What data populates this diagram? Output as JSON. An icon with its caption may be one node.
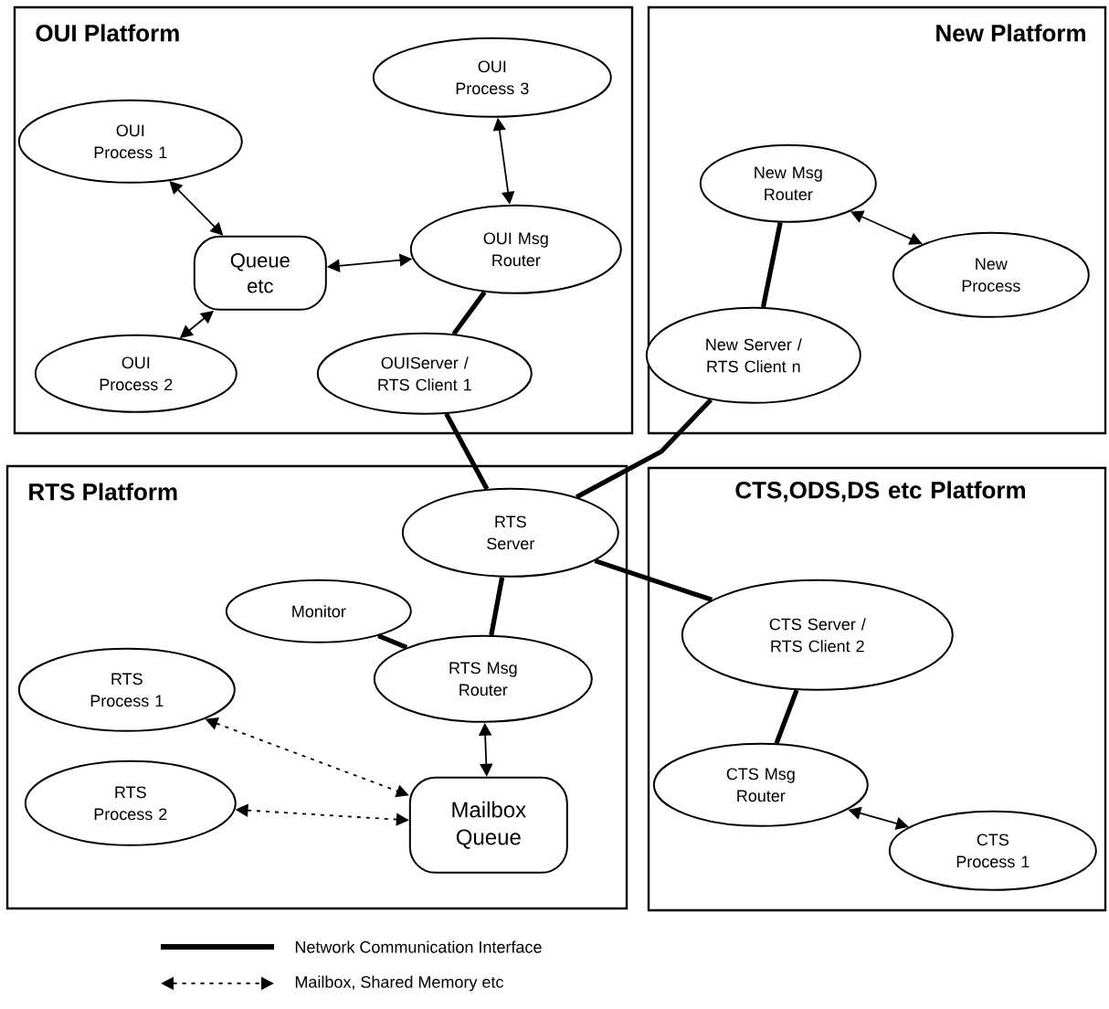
{
  "diagram": {
    "nodes": [
      {
        "text": [
          "OUI Platform"
        ]
      },
      {
        "text": [
          "New Platform"
        ]
      },
      {
        "text": [
          "RTS Platform"
        ]
      },
      {
        "text": [
          "CTS,ODS,DS etc Platform"
        ]
      },
      {
        "text": [
          "OUI Process 1"
        ],
        "in": 0
      },
      {
        "text": [
          "OUI Process 2"
        ],
        "in": 0
      },
      {
        "text": [
          "Queue etc"
        ],
        "in": 0
      },
      {
        "text": [
          "OUI Process 3"
        ],
        "in": 0
      },
      {
        "text": [
          "OUI Msg Router"
        ],
        "in": 0
      },
      {
        "text": [
          "OUIServer / RTS Client 1"
        ],
        "in": 0
      },
      {
        "text": [
          "New Msg Router"
        ],
        "in": 1
      },
      {
        "text": [
          "New Process"
        ],
        "in": 1
      },
      {
        "text": [
          "New Server / RTS Client n"
        ],
        "in": 1
      },
      {
        "text": [
          "RTS Server"
        ],
        "in": 2
      },
      {
        "text": [
          "Monitor"
        ],
        "in": 2
      },
      {
        "text": [
          "RTS Msg Router"
        ],
        "in": 2
      },
      {
        "text": [
          "RTS Process 1"
        ],
        "in": 2
      },
      {
        "text": [
          "RTS Process 2"
        ],
        "in": 2
      },
      {
        "text": [
          "Mailbox Queue"
        ],
        "in": 2
      },
      {
        "text": [
          "CTS Server / RTS Client 2"
        ],
        "in": 3
      },
      {
        "text": [
          "CTS Msg Router"
        ],
        "in": 3
      },
      {
        "text": [
          "CTS Process 1"
        ],
        "in": 3
      }
    ],
    "edges": [
      {
        "from": 4,
        "to": 6,
        "arrow": "both"
      },
      {
        "from": 6,
        "to": 5,
        "arrow": "both"
      },
      {
        "from": 6,
        "to": 8,
        "arrow": "both"
      },
      {
        "from": 7,
        "to": 8,
        "arrow": "both"
      },
      {
        "from": 8,
        "to": 9,
        "arrow": "none",
        "style": "thick"
      },
      {
        "from": 9,
        "to": 13,
        "arrow": "none",
        "style": "thick"
      },
      {
        "from": 10,
        "to": 11,
        "arrow": "both"
      },
      {
        "from": 10,
        "to": 12,
        "arrow": "none",
        "style": "thick"
      },
      {
        "from": 12,
        "to": 13,
        "arrow": "none",
        "style": "thick"
      },
      {
        "from": 13,
        "to": 19,
        "arrow": "none",
        "style": "thick"
      },
      {
        "from": 13,
        "to": 15,
        "arrow": "none",
        "style": "thick"
      },
      {
        "from": 14,
        "to": 15,
        "arrow": "none",
        "style": "thick"
      },
      {
        "from": 15,
        "to": 18,
        "arrow": "both"
      },
      {
        "from": 16,
        "to": 18,
        "arrow": "both",
        "style": "dashed"
      },
      {
        "from": 17,
        "to": 18,
        "arrow": "both",
        "style": "dashed"
      },
      {
        "from": 19,
        "to": 20,
        "arrow": "none",
        "style": "thick"
      },
      {
        "from": 20,
        "to": 21,
        "arrow": "both"
      }
    ],
    "legend": [
      {
        "text": "Network Communication Interface"
      },
      {
        "text": "Mailbox, Shared Memory etc"
      }
    ]
  }
}
